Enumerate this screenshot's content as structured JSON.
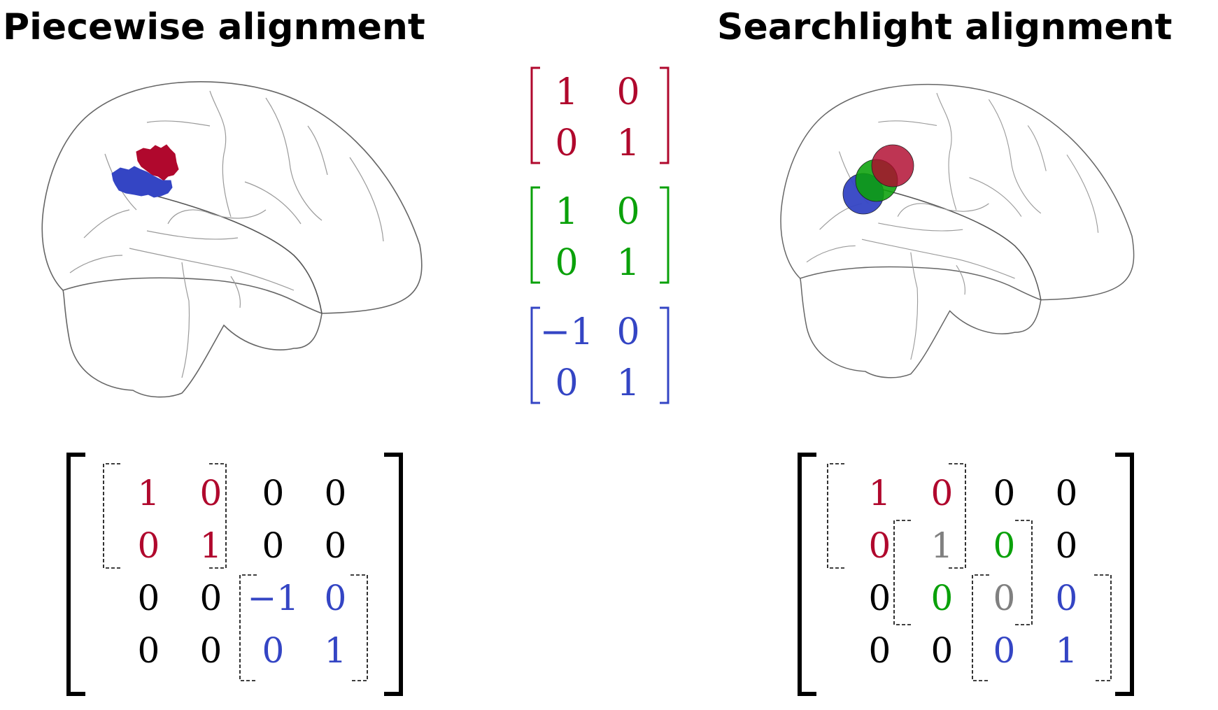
{
  "titles": {
    "left": "Piecewise alignment",
    "right": "Searchlight alignment"
  },
  "colors": {
    "red": "#b0082d",
    "green": "#0aa10a",
    "blue": "#3445c4",
    "gray": "#808080",
    "black": "#000000"
  },
  "small_matrices": [
    {
      "color": "red",
      "cells": [
        [
          "1",
          "0"
        ],
        [
          "0",
          "1"
        ]
      ]
    },
    {
      "color": "green",
      "cells": [
        [
          "1",
          "0"
        ],
        [
          "0",
          "1"
        ]
      ]
    },
    {
      "color": "blue",
      "cells": [
        [
          "−1",
          "0"
        ],
        [
          "0",
          "1"
        ]
      ]
    }
  ],
  "piecewise_matrix": {
    "cells": [
      [
        {
          "v": "1",
          "c": "red"
        },
        {
          "v": "0",
          "c": "red"
        },
        {
          "v": "0",
          "c": "black"
        },
        {
          "v": "0",
          "c": "black"
        }
      ],
      [
        {
          "v": "0",
          "c": "red"
        },
        {
          "v": "1",
          "c": "red"
        },
        {
          "v": "0",
          "c": "black"
        },
        {
          "v": "0",
          "c": "black"
        }
      ],
      [
        {
          "v": "0",
          "c": "black"
        },
        {
          "v": "0",
          "c": "black"
        },
        {
          "v": "−1",
          "c": "blue"
        },
        {
          "v": "0",
          "c": "blue"
        }
      ],
      [
        {
          "v": "0",
          "c": "black"
        },
        {
          "v": "0",
          "c": "black"
        },
        {
          "v": "0",
          "c": "blue"
        },
        {
          "v": "1",
          "c": "blue"
        }
      ]
    ]
  },
  "searchlight_matrix": {
    "cells": [
      [
        {
          "v": "1",
          "c": "red"
        },
        {
          "v": "0",
          "c": "red"
        },
        {
          "v": "0",
          "c": "black"
        },
        {
          "v": "0",
          "c": "black"
        }
      ],
      [
        {
          "v": "0",
          "c": "red"
        },
        {
          "v": "1",
          "c": "gray"
        },
        {
          "v": "0",
          "c": "green"
        },
        {
          "v": "0",
          "c": "black"
        }
      ],
      [
        {
          "v": "0",
          "c": "black"
        },
        {
          "v": "0",
          "c": "green"
        },
        {
          "v": "0",
          "c": "gray"
        },
        {
          "v": "0",
          "c": "blue"
        }
      ],
      [
        {
          "v": "0",
          "c": "black"
        },
        {
          "v": "0",
          "c": "black"
        },
        {
          "v": "0",
          "c": "blue"
        },
        {
          "v": "1",
          "c": "blue"
        }
      ]
    ]
  }
}
